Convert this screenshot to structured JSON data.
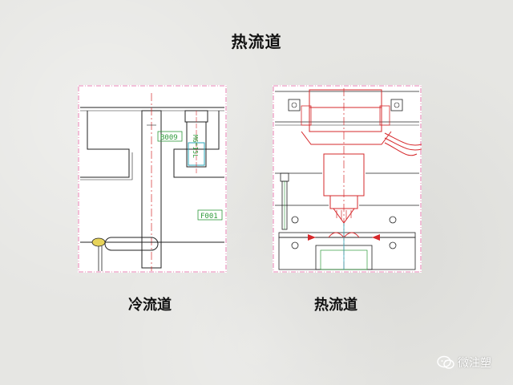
{
  "title": "热流道",
  "cold_runner": {
    "caption": "冷流道",
    "labels": {
      "box_top": "B009",
      "vertical": "M6*15L",
      "box_bottom": "F001"
    }
  },
  "hot_runner": {
    "caption": "热流道"
  },
  "watermark": {
    "text": "微注塑",
    "icon": "wechat-icon"
  },
  "colors": {
    "line": "#222222",
    "red": "#d6282b",
    "pink": "#e05a9a",
    "green": "#2e9a3a",
    "cyan": "#2aa7b8"
  }
}
